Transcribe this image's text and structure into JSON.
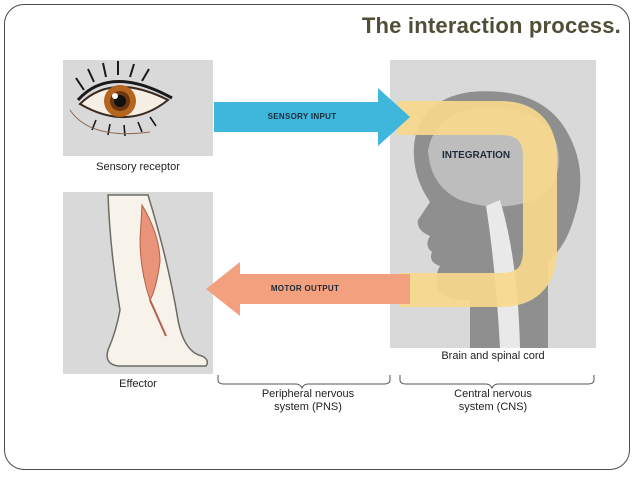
{
  "slide": {
    "title": "The interaction process."
  },
  "diagram": {
    "sensory_receptor_label": "Sensory receptor",
    "effector_label": "Effector",
    "brain_label": "Brain and spinal cord",
    "sensory_input_label": "SENSORY INPUT",
    "motor_output_label": "MOTOR OUTPUT",
    "integration_label": "INTEGRATION",
    "pns_label_line1": "Peripheral nervous",
    "pns_label_line2": "system (PNS)",
    "cns_label_line1": "Central nervous",
    "cns_label_line2": "system (CNS)",
    "colors": {
      "sensory_arrow": "#3fb6dc",
      "motor_arrow": "#f2a07e",
      "integration_loop": "#f7d98c",
      "panel_bg": "#d9d9d9"
    }
  }
}
